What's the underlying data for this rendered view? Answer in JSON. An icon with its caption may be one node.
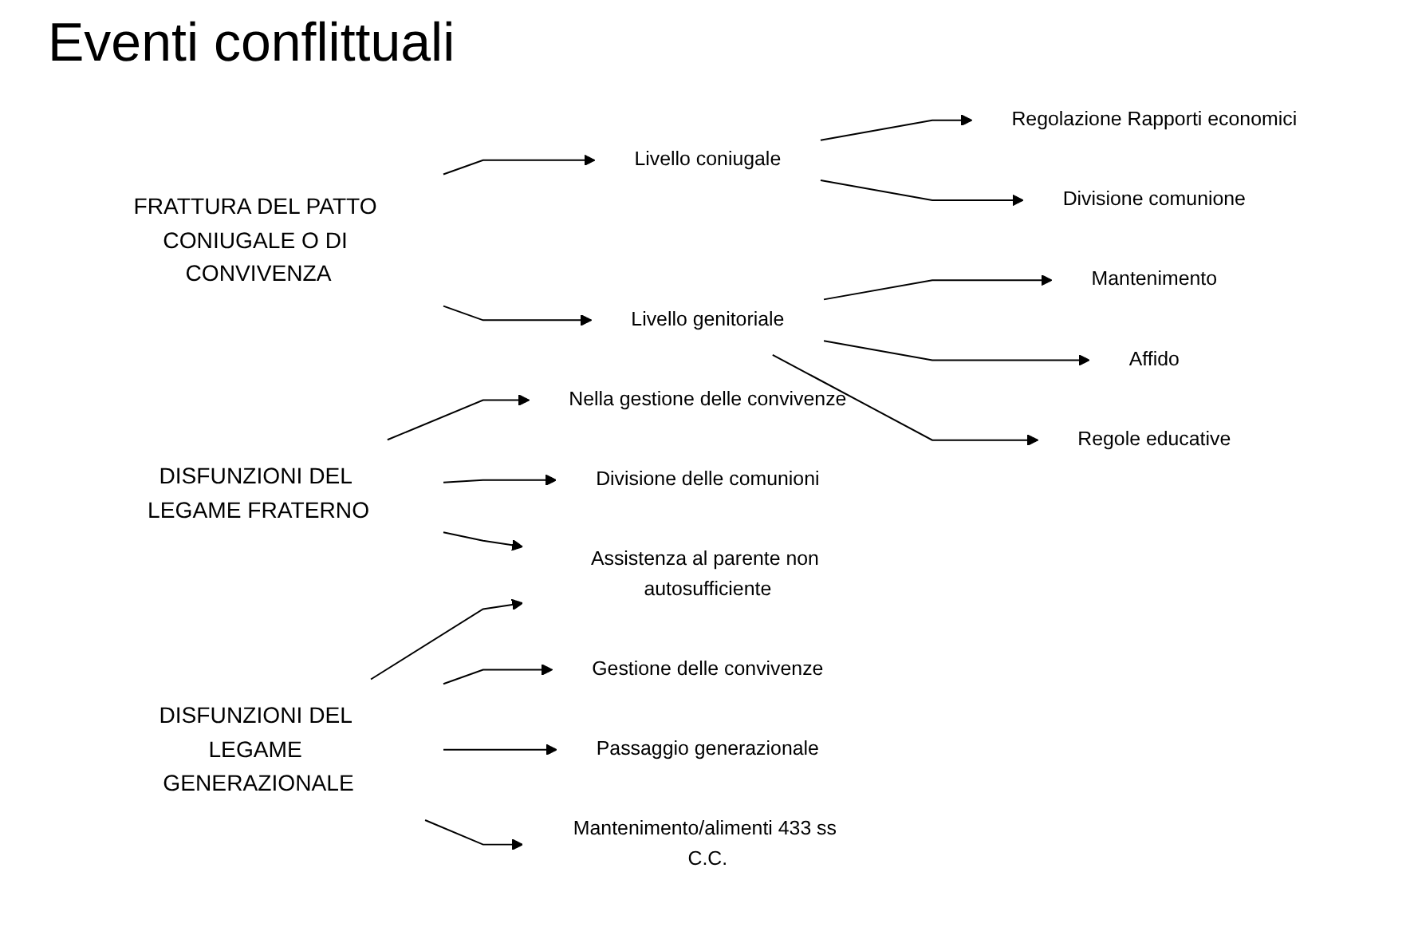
{
  "diagram": {
    "title": "Eventi conflittuali",
    "nodes": [
      {
        "text": [
          "FRATTURA DEL PATTO CONIUGALE O DI CONVIVENZA"
        ]
      },
      {
        "text": [
          "Livello coniugale"
        ]
      },
      {
        "text": [
          "Regolazione Rapporti economici"
        ]
      },
      {
        "text": [
          "Divisione comunione"
        ]
      },
      {
        "text": [
          "Livello genitoriale"
        ]
      },
      {
        "text": [
          "Mantenimento"
        ]
      },
      {
        "text": [
          "Affido"
        ]
      },
      {
        "text": [
          "Regole educative"
        ]
      },
      {
        "text": [
          "DISFUNZIONI DEL LEGAME FRATERNO"
        ]
      },
      {
        "text": [
          "Nella gestione delle convivenze"
        ]
      },
      {
        "text": [
          "Divisione delle comunioni"
        ]
      },
      {
        "text": [
          "Assistenza al parente non autosufficiente"
        ]
      },
      {
        "text": [
          "DISFUNZIONI DEL LEGAME GENERAZIONALE"
        ]
      },
      {
        "text": [
          "Gestione delle convivenze"
        ]
      },
      {
        "text": [
          "Passaggio generazionale"
        ]
      },
      {
        "text": [
          "Mantenimento/alimenti 433 ss C.C."
        ]
      }
    ],
    "edges": [
      {
        "from": 0,
        "to": 1,
        "arrow": "to"
      },
      {
        "from": 0,
        "to": 4,
        "arrow": "to"
      },
      {
        "from": 1,
        "to": 2,
        "arrow": "to"
      },
      {
        "from": 1,
        "to": 3,
        "arrow": "to"
      },
      {
        "from": 4,
        "to": 5,
        "arrow": "to"
      },
      {
        "from": 4,
        "to": 6,
        "arrow": "to"
      },
      {
        "from": 4,
        "to": 7,
        "arrow": "to"
      },
      {
        "from": 8,
        "to": 9,
        "arrow": "to"
      },
      {
        "from": 8,
        "to": 10,
        "arrow": "to"
      },
      {
        "from": 8,
        "to": 11,
        "arrow": "to"
      },
      {
        "from": 12,
        "to": 11,
        "arrow": "to"
      },
      {
        "from": 12,
        "to": 13,
        "arrow": "to"
      },
      {
        "from": 12,
        "to": 14,
        "arrow": "to"
      },
      {
        "from": 12,
        "to": 15,
        "arrow": "to"
      }
    ]
  }
}
